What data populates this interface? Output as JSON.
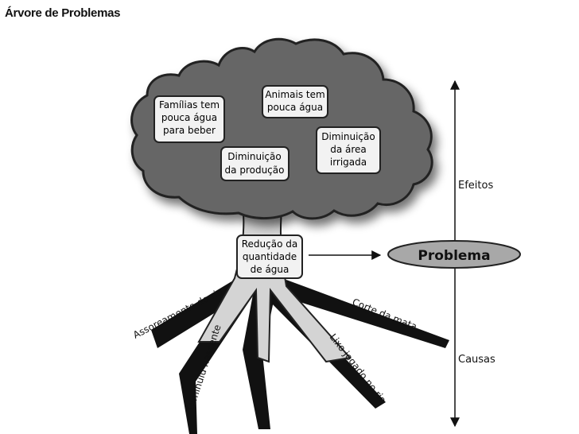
{
  "title": "Árvore de Problemas",
  "effects": [
    [
      "Famílias tem",
      "pouca água",
      "para beber"
    ],
    [
      "Animais tem",
      "pouca água"
    ],
    [
      "Diminuição",
      "da área",
      "irrigada"
    ],
    [
      "Diminuição",
      "da produção"
    ]
  ],
  "trunk_box": [
    "Redução da",
    "quantidade",
    "de água"
  ],
  "problem_label": "Problema",
  "effects_label": "Efeitos",
  "causes_label": "Causas",
  "causes": {
    "assoreamento": "Assoreamento do rio",
    "nascente": "Diminuiu nascente",
    "corte": "Corte da mata",
    "lixo": "Lixo jogado no rio"
  },
  "colors": {
    "canopy": "#666666",
    "canopy_outline": "#222222",
    "trunk": "#d4d4d4",
    "box_fill": "#f2f2f2",
    "problem_fill": "#a8a8a8"
  }
}
